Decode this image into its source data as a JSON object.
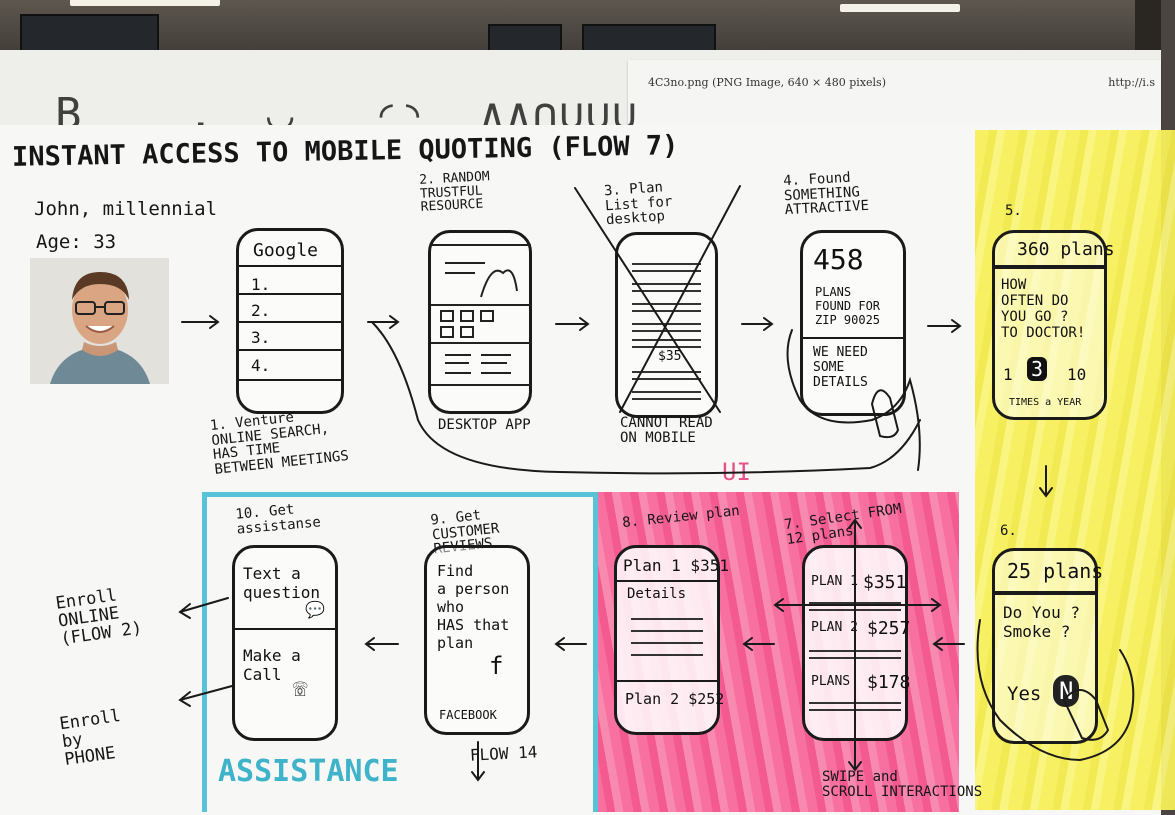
{
  "printout": {
    "title": "4C3no.png (PNG Image, 640 × 480 pixels)",
    "url": "http://i.s"
  },
  "board": {
    "title": "INSTANT ACCESS TO MOBILE QUOTING (FLOW 7)",
    "persona": {
      "name": "John, millennial",
      "age": "Age: 33"
    },
    "colors": {
      "yellow": "#f7f05a",
      "pink": "#f25a90",
      "blue": "#58c2d8"
    },
    "steps": [
      {
        "caption": "1. Venture\nONLINE SEARCH,\nHAS TIME\nBETWEEN MEETINGS",
        "screen": {
          "header": "Google",
          "items": [
            "1.",
            "2.",
            "3.",
            "4."
          ]
        }
      },
      {
        "caption": "2. RANDOM\nTRUSTFUL\nRESOURCE",
        "footer": "DESKTOP APP"
      },
      {
        "caption": "3. Plan\nList for\ndesktop",
        "footer": "CANNOT READ\nON MOBILE",
        "screen": {
          "price": "$35"
        }
      },
      {
        "caption": "4. Found\nSOMETHING\nATTRACTIVE",
        "screen": {
          "count": "458",
          "line1": "PLANS\nFOUND FOR\nZIP 90025",
          "line2": "WE NEED\nSOME\nDETAILS"
        }
      },
      {
        "caption": "5.",
        "screen": {
          "header": "360 plans",
          "question": "HOW\nOFTEN DO\nYOU GO ?\nTO DOCTOR!",
          "min": "1",
          "selected": "3",
          "max": "10",
          "unit": "TIMES a YEAR"
        }
      },
      {
        "caption": "6.",
        "screen": {
          "header": "25 plans",
          "question": "Do You ?\nSmoke ?",
          "answer": "Yes",
          "option": "N"
        }
      },
      {
        "caption": "7. Select FROM\n12 plans",
        "screen": {
          "rows": [
            {
              "name": "PLAN 1",
              "price": "$351"
            },
            {
              "name": "PLAN 2",
              "price": "$257"
            },
            {
              "name": "PLANS",
              "price": "$178"
            }
          ]
        },
        "footer": "SWIPE and\nSCROLL INTERACTIONS"
      },
      {
        "caption": "8. Review plan",
        "screen": {
          "header": "Plan 1 $351",
          "details": "Details",
          "footer_row": "Plan 2 $252"
        }
      },
      {
        "caption": "9. Get\nCUSTOMER\nREVIEWS",
        "screen": {
          "text": "Find\na person\nwho\nHAS that\nplan",
          "brand": "FACEBOOK",
          "fb_glyph": "f"
        }
      },
      {
        "caption": "10. Get\nassistanse",
        "screen": {
          "item1": "Text a\nquestion",
          "item2": "Make a\nCall"
        }
      }
    ],
    "labels": {
      "ui": "UI",
      "assistance": "ASSISTANCE",
      "flow14": "FLOW 14",
      "enroll_online": "Enroll\nONLINE\n(FLOW 2)",
      "enroll_phone": "Enroll\nby\nPHONE"
    }
  }
}
